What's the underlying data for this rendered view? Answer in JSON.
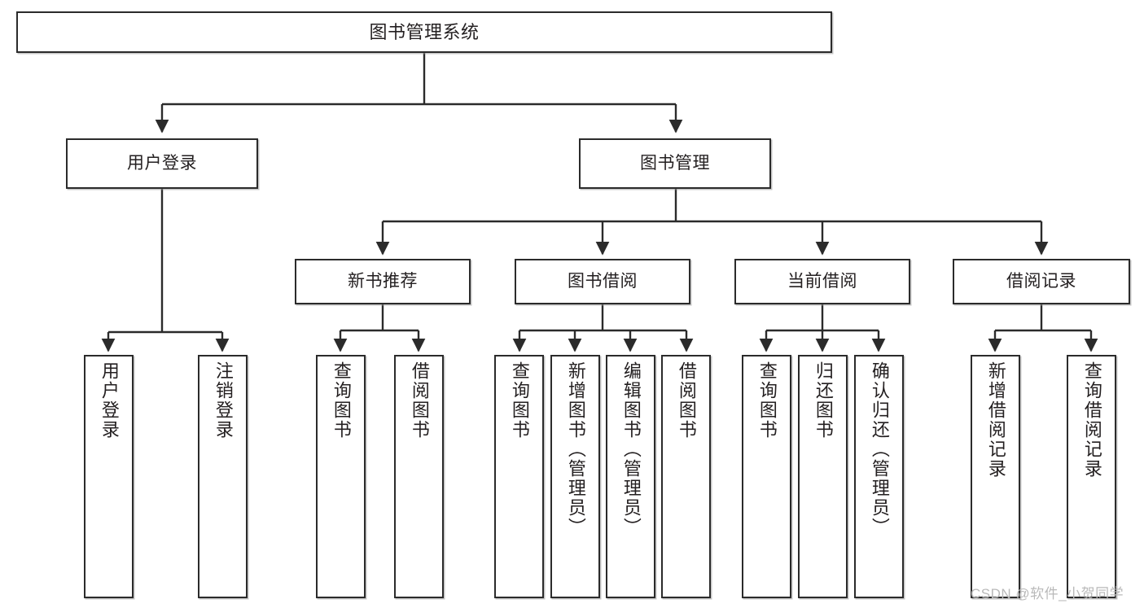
{
  "diagram": {
    "type": "hierarchy-tree",
    "title": "图书管理系统",
    "root": {
      "label": "图书管理系统"
    },
    "level1": [
      {
        "label": "用户登录"
      },
      {
        "label": "图书管理"
      }
    ],
    "level2": [
      {
        "label": "新书推荐"
      },
      {
        "label": "图书借阅"
      },
      {
        "label": "当前借阅"
      },
      {
        "label": "借阅记录"
      }
    ],
    "leaves": [
      {
        "label": "用户登录",
        "parent": "用户登录"
      },
      {
        "label": "注销登录",
        "parent": "用户登录"
      },
      {
        "label": "查询图书",
        "parent": "新书推荐"
      },
      {
        "label": "借阅图书",
        "parent": "新书推荐"
      },
      {
        "label": "查询图书",
        "parent": "图书借阅"
      },
      {
        "label": "新增图书（管理员）",
        "parent": "图书借阅"
      },
      {
        "label": "编辑图书（管理员）",
        "parent": "图书借阅"
      },
      {
        "label": "借阅图书",
        "parent": "图书借阅"
      },
      {
        "label": "查询图书",
        "parent": "当前借阅"
      },
      {
        "label": "归还图书",
        "parent": "当前借阅"
      },
      {
        "label": "确认归还（管理员）",
        "parent": "当前借阅"
      },
      {
        "label": "新增借阅记录",
        "parent": "借阅记录"
      },
      {
        "label": "查询借阅记录",
        "parent": "借阅记录"
      }
    ]
  },
  "watermark": {
    "text": "CSDN @软件_小贺同学"
  },
  "colors": {
    "stroke": "#2b2b2b",
    "fill": "#ffffff",
    "text": "#231f20",
    "watermark": "#b9b9b9"
  }
}
